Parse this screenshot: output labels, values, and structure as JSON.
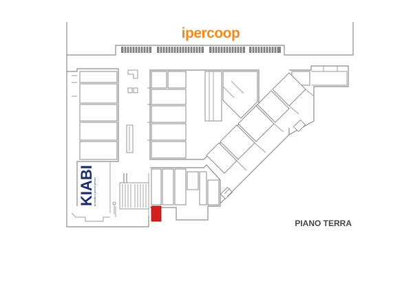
{
  "map": {
    "floor_label": "PIANO TERRA",
    "anchors": {
      "ipercoop": {
        "logo_text": "ipercoop",
        "color": "#f08a24"
      },
      "kiabi": {
        "logo_text": "KIABI",
        "tagline": "la moda a piccoli prezzi",
        "color": "#1b2a6b"
      }
    },
    "highlight": {
      "color": "#d21f1f"
    },
    "colors": {
      "walls": "#8a8a8a",
      "background": "#ffffff"
    }
  }
}
